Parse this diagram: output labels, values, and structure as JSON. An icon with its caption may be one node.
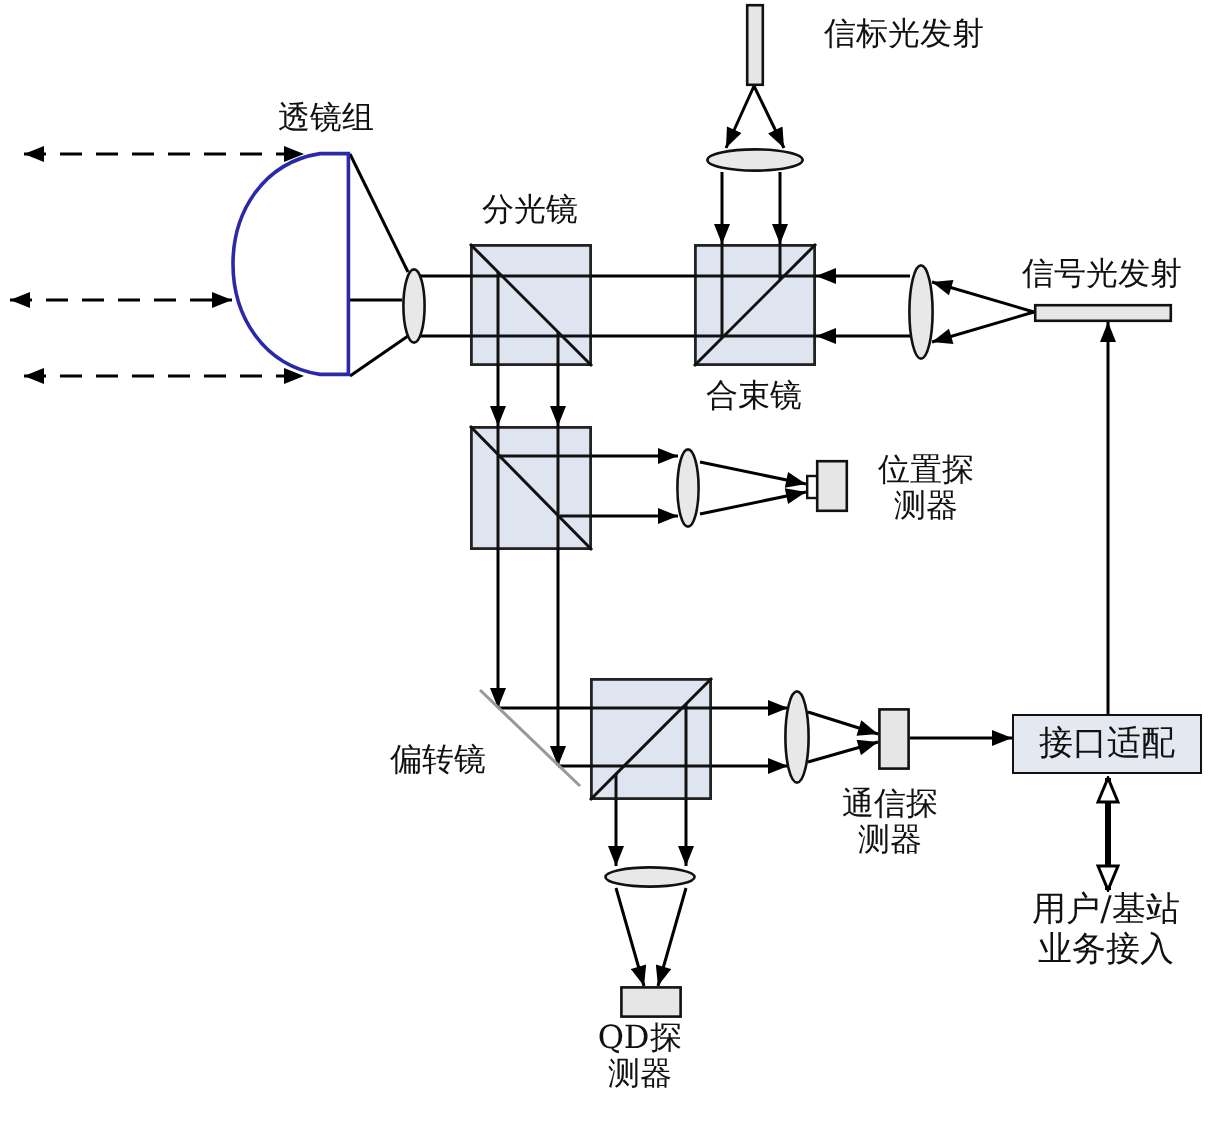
{
  "diagram": {
    "nodes": [
      {
        "text": [],
        "shape": "bar",
        "beside": [
          "信标光发射"
        ]
      },
      {
        "text": [
          "透镜组"
        ]
      },
      {
        "text": [],
        "shape": "ellipse"
      },
      {
        "text": [
          "分光镜"
        ]
      },
      {
        "text": [],
        "shape": "ellipse"
      },
      {
        "text": [
          "合束镜"
        ]
      },
      {
        "text": [],
        "shape": "ellipse"
      },
      {
        "text": [],
        "shape": "bar",
        "beside": [
          "信号光发射"
        ]
      },
      {
        "text": [],
        "shape": "box"
      },
      {
        "text": [],
        "shape": "ellipse"
      },
      {
        "text": [],
        "shape": "box",
        "beside": [
          "位置探测器"
        ]
      },
      {
        "text": [],
        "shape": "mirror",
        "beside": [
          "偏转镜"
        ]
      },
      {
        "text": [],
        "shape": "box"
      },
      {
        "text": [],
        "shape": "ellipse"
      },
      {
        "text": [],
        "shape": "box",
        "beside": [
          "通信探测器"
        ]
      },
      {
        "text": [
          "接口适配"
        ]
      },
      {
        "text": [],
        "shape": "ellipse"
      },
      {
        "text": [
          "用户/基站业务接入"
        ]
      },
      {
        "text": [],
        "shape": "box",
        "beside": [
          "QD探测器"
        ]
      }
    ],
    "edges": [
      {
        "from": null,
        "to": 1,
        "arrow": "both",
        "style": "dashed"
      },
      {
        "from": null,
        "to": 1,
        "arrow": "both",
        "style": "dashed"
      },
      {
        "from": null,
        "to": 1,
        "arrow": "both",
        "style": "dashed"
      },
      {
        "from": 1,
        "to": 4,
        "arrow": "none"
      },
      {
        "from": 1,
        "to": 4,
        "arrow": "none"
      },
      {
        "from": 1,
        "to": 4,
        "arrow": "none"
      },
      {
        "from": 4,
        "to": 3,
        "arrow": "none"
      },
      {
        "from": 4,
        "to": 3,
        "arrow": "none"
      },
      {
        "from": 3,
        "to": 5,
        "arrow": "none"
      },
      {
        "from": 3,
        "to": 5,
        "arrow": "none"
      },
      {
        "from": 6,
        "to": 5,
        "arrow": "to"
      },
      {
        "from": 6,
        "to": 5,
        "arrow": "to"
      },
      {
        "from": 7,
        "to": 6,
        "arrow": "to"
      },
      {
        "from": 7,
        "to": 6,
        "arrow": "to"
      },
      {
        "from": 0,
        "to": 2,
        "arrow": "to"
      },
      {
        "from": 0,
        "to": 2,
        "arrow": "to"
      },
      {
        "from": 2,
        "to": 5,
        "arrow": "to"
      },
      {
        "from": 2,
        "to": 5,
        "arrow": "to"
      },
      {
        "from": 3,
        "to": 8,
        "arrow": "to"
      },
      {
        "from": 3,
        "to": 8,
        "arrow": "to"
      },
      {
        "from": 8,
        "to": 9,
        "arrow": "to"
      },
      {
        "from": 8,
        "to": 9,
        "arrow": "to"
      },
      {
        "from": 9,
        "to": 10,
        "arrow": "to"
      },
      {
        "from": 9,
        "to": 10,
        "arrow": "to"
      },
      {
        "from": 8,
        "to": 11,
        "arrow": "to"
      },
      {
        "from": 8,
        "to": 11,
        "arrow": "to"
      },
      {
        "from": 11,
        "to": 12,
        "arrow": "none"
      },
      {
        "from": 11,
        "to": 12,
        "arrow": "none"
      },
      {
        "from": 12,
        "to": 13,
        "arrow": "to"
      },
      {
        "from": 12,
        "to": 13,
        "arrow": "to"
      },
      {
        "from": 13,
        "to": 14,
        "arrow": "to"
      },
      {
        "from": 13,
        "to": 14,
        "arrow": "to"
      },
      {
        "from": 14,
        "to": 15,
        "arrow": "to"
      },
      {
        "from": 15,
        "to": 7,
        "arrow": "to"
      },
      {
        "from": 15,
        "to": 17,
        "arrow": "both",
        "style": "thick"
      },
      {
        "from": 12,
        "to": 16,
        "arrow": "to"
      },
      {
        "from": 12,
        "to": 16,
        "arrow": "to"
      },
      {
        "from": 16,
        "to": 18,
        "arrow": "to"
      },
      {
        "from": 16,
        "to": 18,
        "arrow": "to"
      }
    ]
  }
}
